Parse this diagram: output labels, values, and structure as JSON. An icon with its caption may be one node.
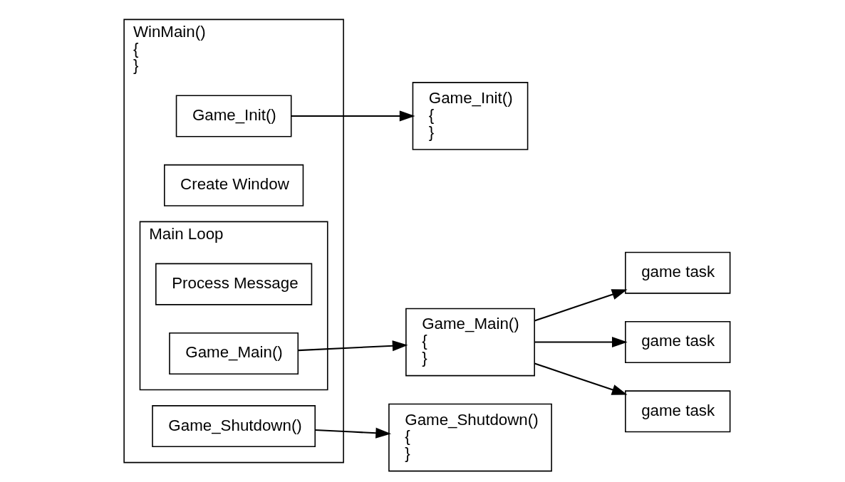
{
  "diagram": {
    "nodes": [
      {
        "text": [
          "WinMain()",
          "{",
          "}"
        ]
      },
      {
        "text": [
          "Create Window"
        ],
        "in": 0
      },
      {
        "text": [
          "Game_Init()"
        ],
        "in": 0
      },
      {
        "text": [
          "Main Loop"
        ],
        "in": 0
      },
      {
        "text": [
          "Process Message"
        ],
        "in": 3
      },
      {
        "text": [
          "Game_Main()"
        ],
        "in": 3
      },
      {
        "text": [
          "Game_Shutdown()"
        ],
        "in": 0
      },
      {
        "text": [
          "Game_Init()",
          "{",
          "}"
        ]
      },
      {
        "text": [
          "Game_Main()",
          "{",
          "}"
        ]
      },
      {
        "text": [
          "game task"
        ]
      },
      {
        "text": [
          "game task"
        ]
      },
      {
        "text": [
          "game task"
        ]
      },
      {
        "text": [
          "Game_Shutdown()",
          "{",
          "}"
        ]
      }
    ],
    "edges": [
      {
        "from": 2,
        "to": 7,
        "arrow": "to"
      },
      {
        "from": 5,
        "to": 8,
        "arrow": "to"
      },
      {
        "from": 8,
        "to": 9,
        "arrow": "to"
      },
      {
        "from": 8,
        "to": 10,
        "arrow": "to"
      },
      {
        "from": 8,
        "to": 11,
        "arrow": "to"
      },
      {
        "from": 6,
        "to": 12,
        "arrow": "to"
      }
    ]
  }
}
